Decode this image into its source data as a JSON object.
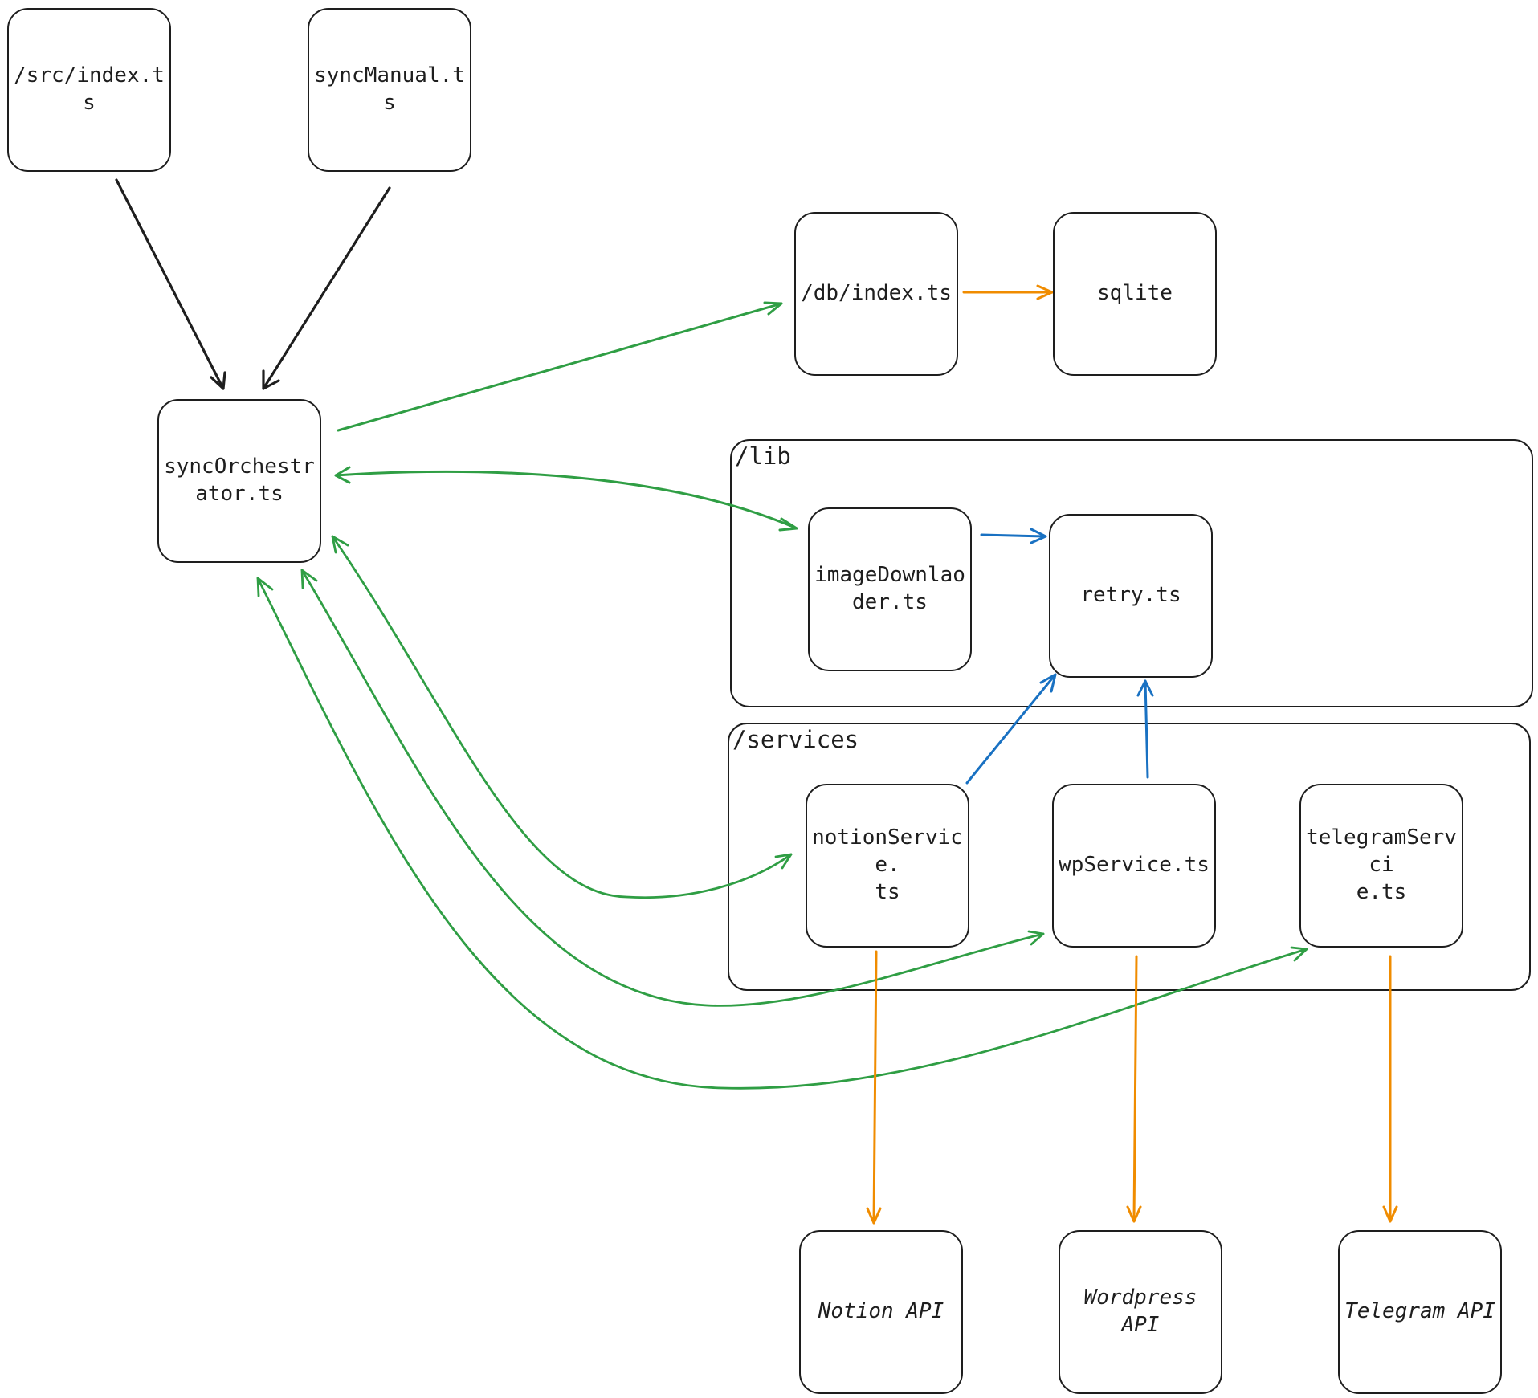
{
  "colors": {
    "stroke": "#1e1e1e",
    "call": "#2f9e44",
    "io": "#f08c00",
    "retry": "#1971c2"
  },
  "groups": {
    "lib": {
      "label": "/lib"
    },
    "services": {
      "label": "/services"
    }
  },
  "nodes": {
    "src_index": {
      "label": "/src/index.ts"
    },
    "sync_manual": {
      "label": "syncManual.ts"
    },
    "orchestrator": {
      "label": "syncOrchestr\nator.ts"
    },
    "db_index": {
      "label": "/db/index.ts"
    },
    "sqlite": {
      "label": "sqlite"
    },
    "image_downloader": {
      "label": "imageDownlao\nder.ts"
    },
    "retry": {
      "label": "retry.ts"
    },
    "notion_service": {
      "label": "notionService.\nts"
    },
    "wp_service": {
      "label": "wpService.ts"
    },
    "telegram_service": {
      "label": "telegramServci\ne.ts"
    },
    "notion_api": {
      "label": "Notion API"
    },
    "wordpress_api": {
      "label": "Wordpress\nAPI"
    },
    "telegram_api": {
      "label": "Telegram API"
    }
  },
  "edges": [
    {
      "from": "src_index",
      "to": "orchestrator",
      "kind": "stroke",
      "bidirectional": false
    },
    {
      "from": "sync_manual",
      "to": "orchestrator",
      "kind": "stroke",
      "bidirectional": false
    },
    {
      "from": "orchestrator",
      "to": "db_index",
      "kind": "call",
      "bidirectional": false
    },
    {
      "from": "db_index",
      "to": "sqlite",
      "kind": "io",
      "bidirectional": false
    },
    {
      "from": "orchestrator",
      "to": "image_downloader",
      "kind": "call",
      "bidirectional": true
    },
    {
      "from": "image_downloader",
      "to": "retry",
      "kind": "retry",
      "bidirectional": false
    },
    {
      "from": "notion_service",
      "to": "retry",
      "kind": "retry",
      "bidirectional": false
    },
    {
      "from": "wp_service",
      "to": "retry",
      "kind": "retry",
      "bidirectional": false
    },
    {
      "from": "orchestrator",
      "to": "notion_service",
      "kind": "call",
      "bidirectional": true
    },
    {
      "from": "orchestrator",
      "to": "wp_service",
      "kind": "call",
      "bidirectional": true
    },
    {
      "from": "orchestrator",
      "to": "telegram_service",
      "kind": "call",
      "bidirectional": true
    },
    {
      "from": "notion_service",
      "to": "notion_api",
      "kind": "io",
      "bidirectional": false
    },
    {
      "from": "wp_service",
      "to": "wordpress_api",
      "kind": "io",
      "bidirectional": false
    },
    {
      "from": "telegram_service",
      "to": "telegram_api",
      "kind": "io",
      "bidirectional": false
    }
  ]
}
